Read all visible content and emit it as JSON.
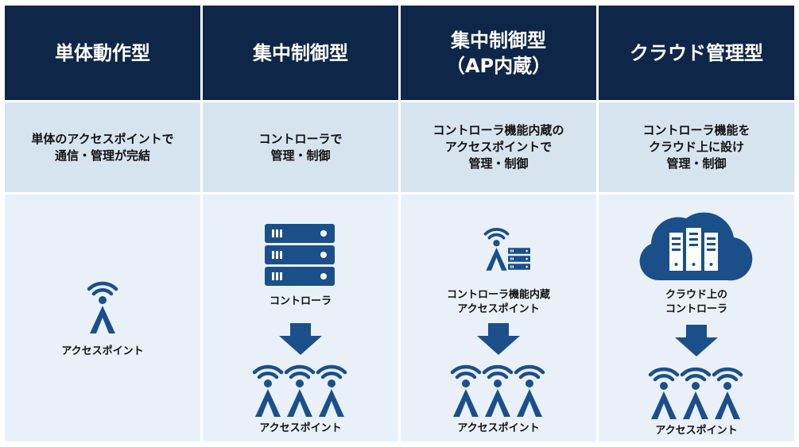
{
  "columns": [
    {
      "header": "単体動作型",
      "description": "単体のアクセスポイントで\n通信・管理が完結",
      "label": "アクセスポイント"
    },
    {
      "header": "集中制御型",
      "description": "コントローラで\n管理・制御",
      "controller_label": "コントローラ",
      "ap_label": "アクセスポイント"
    },
    {
      "header": "集中制御型\n（AP内蔵）",
      "description": "コントローラ機能内蔵の\nアクセスポイントで\n管理・制御",
      "controller_label": "コントローラ機能内蔵\nアクセスポイント",
      "ap_label": "アクセスポイント"
    },
    {
      "header": "クラウド管理型",
      "description": "コントローラ機能を\nクラウド上に設け\n管理・制御",
      "controller_label": "クラウド上の\nコントローラ",
      "ap_label": "アクセスポイント"
    }
  ],
  "colors": {
    "header_bg": "#0e2748",
    "description_bg": "#d6e4f0",
    "body_bg": "#e9f0f8",
    "icon": "#1b4f8a"
  }
}
